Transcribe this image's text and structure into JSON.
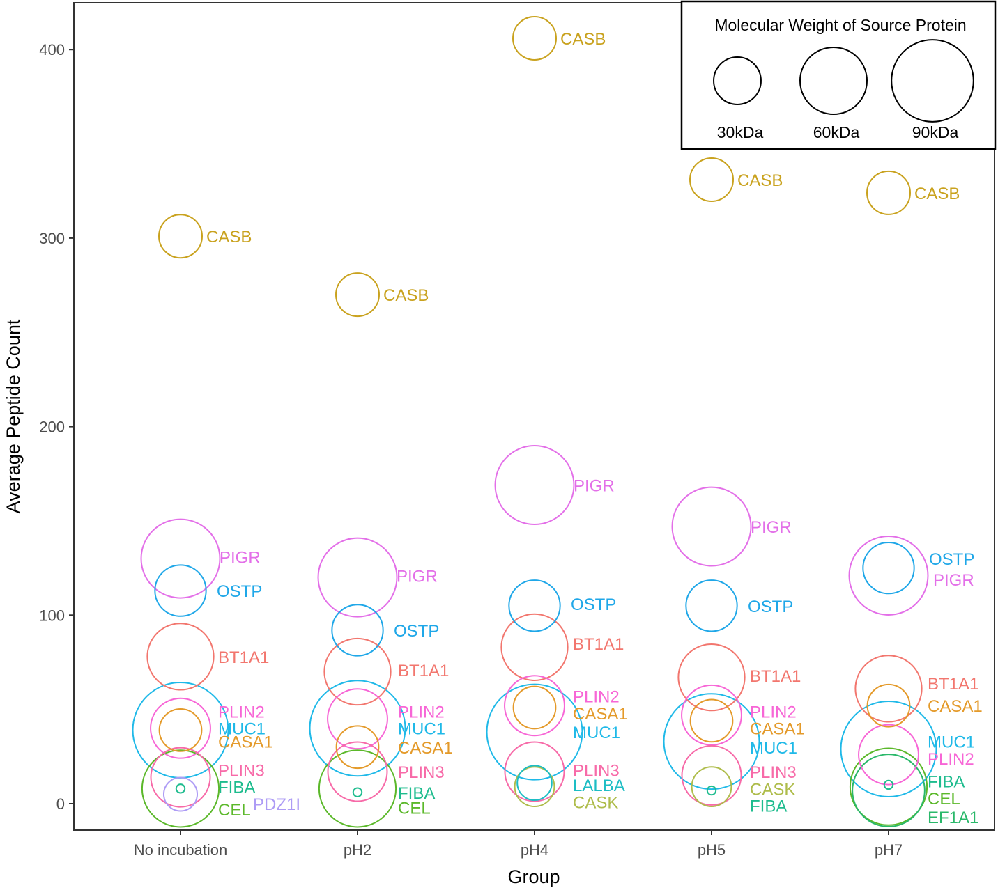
{
  "chart_data": {
    "type": "scatter",
    "subtype": "bubble",
    "title": "",
    "xlabel": "Group",
    "ylabel": "Average Peptide Count",
    "categories": [
      "No incubation",
      "pH2",
      "pH4",
      "pH5",
      "pH7"
    ],
    "ylim": [
      -14,
      425
    ],
    "yticks": [
      0,
      100,
      200,
      300,
      400
    ],
    "grid": false,
    "size_legend": {
      "title": "Molecular Weight of Source Protein",
      "position": "top-right",
      "entries": [
        {
          "label": "30kDa",
          "value": 30
        },
        {
          "label": "60kDa",
          "value": 60
        },
        {
          "label": "90kDa",
          "value": 90
        }
      ]
    },
    "colors": {
      "CASB": "#c9a21e",
      "PIGR": "#e36fe8",
      "OSTP": "#1fa7e8",
      "BT1A1": "#f2766e",
      "PLIN2": "#f766d6",
      "MUC1": "#1fb9e8",
      "CASA1": "#e49a2a",
      "PLIN3": "#f76aa8",
      "FIBA": "#1ebc8e",
      "CEL": "#5bb82a",
      "PDZ1I": "#ad9bf5",
      "LALBA": "#1dbdc4",
      "CASK": "#aebc4a",
      "EF1A1": "#2ab86a"
    },
    "series": [
      {
        "group": "No incubation",
        "points": [
          {
            "protein": "CASB",
            "y": 301,
            "mw": 25
          },
          {
            "protein": "PIGR",
            "y": 130,
            "mw": 83
          },
          {
            "protein": "OSTP",
            "y": 113,
            "mw": 35
          },
          {
            "protein": "BT1A1",
            "y": 78,
            "mw": 59
          },
          {
            "protein": "PLIN2",
            "y": 40,
            "mw": 48
          },
          {
            "protein": "MUC1",
            "y": 39,
            "mw": 122
          },
          {
            "protein": "CASA1",
            "y": 39,
            "mw": 24
          },
          {
            "protein": "PLIN3",
            "y": 14,
            "mw": 47
          },
          {
            "protein": "FIBA",
            "y": 8,
            "mw": 1
          },
          {
            "protein": "CEL",
            "y": 8,
            "mw": 79
          },
          {
            "protein": "PDZ1I",
            "y": 5,
            "mw": 15
          }
        ]
      },
      {
        "group": "pH2",
        "points": [
          {
            "protein": "CASB",
            "y": 270,
            "mw": 25
          },
          {
            "protein": "PIGR",
            "y": 120,
            "mw": 83
          },
          {
            "protein": "OSTP",
            "y": 92,
            "mw": 35
          },
          {
            "protein": "BT1A1",
            "y": 70,
            "mw": 59
          },
          {
            "protein": "PLIN2",
            "y": 45,
            "mw": 48
          },
          {
            "protein": "MUC1",
            "y": 40,
            "mw": 122
          },
          {
            "protein": "CASA1",
            "y": 30,
            "mw": 24
          },
          {
            "protein": "PLIN3",
            "y": 17,
            "mw": 47
          },
          {
            "protein": "FIBA",
            "y": 6,
            "mw": 1
          },
          {
            "protein": "CEL",
            "y": 8,
            "mw": 79
          }
        ]
      },
      {
        "group": "pH4",
        "points": [
          {
            "protein": "CASB",
            "y": 406,
            "mw": 25
          },
          {
            "protein": "PIGR",
            "y": 169,
            "mw": 83
          },
          {
            "protein": "OSTP",
            "y": 105,
            "mw": 35
          },
          {
            "protein": "BT1A1",
            "y": 83,
            "mw": 59
          },
          {
            "protein": "PLIN2",
            "y": 52,
            "mw": 48
          },
          {
            "protein": "CASA1",
            "y": 51,
            "mw": 24
          },
          {
            "protein": "MUC1",
            "y": 38,
            "mw": 122
          },
          {
            "protein": "PLIN3",
            "y": 17,
            "mw": 47
          },
          {
            "protein": "LALBA",
            "y": 11,
            "mw": 16
          },
          {
            "protein": "CASK",
            "y": 9,
            "mw": 21
          }
        ]
      },
      {
        "group": "pH5",
        "points": [
          {
            "protein": "CASB",
            "y": 331,
            "mw": 25
          },
          {
            "protein": "PIGR",
            "y": 147,
            "mw": 83
          },
          {
            "protein": "OSTP",
            "y": 105,
            "mw": 35
          },
          {
            "protein": "BT1A1",
            "y": 67,
            "mw": 59
          },
          {
            "protein": "PLIN2",
            "y": 47,
            "mw": 48
          },
          {
            "protein": "CASA1",
            "y": 44,
            "mw": 24
          },
          {
            "protein": "MUC1",
            "y": 33,
            "mw": 122
          },
          {
            "protein": "PLIN3",
            "y": 15,
            "mw": 47
          },
          {
            "protein": "CASK",
            "y": 9,
            "mw": 21
          },
          {
            "protein": "FIBA",
            "y": 7,
            "mw": 1
          }
        ]
      },
      {
        "group": "pH7",
        "points": [
          {
            "protein": "CASB",
            "y": 324,
            "mw": 25
          },
          {
            "protein": "OSTP",
            "y": 125,
            "mw": 35
          },
          {
            "protein": "PIGR",
            "y": 121,
            "mw": 83
          },
          {
            "protein": "BT1A1",
            "y": 61,
            "mw": 59
          },
          {
            "protein": "CASA1",
            "y": 52,
            "mw": 24
          },
          {
            "protein": "MUC1",
            "y": 29,
            "mw": 122
          },
          {
            "protein": "PLIN2",
            "y": 26,
            "mw": 48
          },
          {
            "protein": "FIBA",
            "y": 10,
            "mw": 1
          },
          {
            "protein": "CEL",
            "y": 9,
            "mw": 79
          },
          {
            "protein": "EF1A1",
            "y": 7,
            "mw": 70
          }
        ]
      }
    ],
    "labels": [
      {
        "group": "No incubation",
        "items": [
          {
            "text": "CASB",
            "y": 301
          },
          {
            "text": "PIGR",
            "y": 131
          },
          {
            "text": "OSTP",
            "y": 113
          },
          {
            "text": "BT1A1",
            "y": 78
          },
          {
            "text": "PLIN2",
            "y": 49
          },
          {
            "text": "MUC1",
            "y": 40
          },
          {
            "text": "CASA1",
            "y": 33
          },
          {
            "text": "PLIN3",
            "y": 18
          },
          {
            "text": "FIBA",
            "y": 9
          },
          {
            "text": "CEL",
            "y": -3
          },
          {
            "text": "PDZ1I",
            "y": 0
          }
        ]
      },
      {
        "group": "pH2",
        "items": [
          {
            "text": "CASB",
            "y": 270
          },
          {
            "text": "PIGR",
            "y": 121
          },
          {
            "text": "OSTP",
            "y": 92
          },
          {
            "text": "BT1A1",
            "y": 71
          },
          {
            "text": "PLIN2",
            "y": 49
          },
          {
            "text": "MUC1",
            "y": 40
          },
          {
            "text": "CASA1",
            "y": 30
          },
          {
            "text": "PLIN3",
            "y": 17
          },
          {
            "text": "FIBA",
            "y": 6
          },
          {
            "text": "CEL",
            "y": -2
          }
        ]
      },
      {
        "group": "pH4",
        "items": [
          {
            "text": "CASB",
            "y": 406
          },
          {
            "text": "PIGR",
            "y": 169
          },
          {
            "text": "OSTP",
            "y": 106
          },
          {
            "text": "BT1A1",
            "y": 85
          },
          {
            "text": "PLIN2",
            "y": 57
          },
          {
            "text": "CASA1",
            "y": 48
          },
          {
            "text": "MUC1",
            "y": 38
          },
          {
            "text": "PLIN3",
            "y": 18
          },
          {
            "text": "LALBA",
            "y": 10
          },
          {
            "text": "CASK",
            "y": 1
          }
        ]
      },
      {
        "group": "pH5",
        "items": [
          {
            "text": "CASB",
            "y": 331
          },
          {
            "text": "PIGR",
            "y": 147
          },
          {
            "text": "OSTP",
            "y": 105
          },
          {
            "text": "BT1A1",
            "y": 68
          },
          {
            "text": "PLIN2",
            "y": 49
          },
          {
            "text": "CASA1",
            "y": 40
          },
          {
            "text": "MUC1",
            "y": 30
          },
          {
            "text": "PLIN3",
            "y": 17
          },
          {
            "text": "CASK",
            "y": 8
          },
          {
            "text": "FIBA",
            "y": -1
          }
        ]
      },
      {
        "group": "pH7",
        "items": [
          {
            "text": "CASB",
            "y": 324
          },
          {
            "text": "OSTP",
            "y": 130
          },
          {
            "text": "PIGR",
            "y": 119
          },
          {
            "text": "BT1A1",
            "y": 64
          },
          {
            "text": "CASA1",
            "y": 52
          },
          {
            "text": "MUC1",
            "y": 33
          },
          {
            "text": "PLIN2",
            "y": 24
          },
          {
            "text": "FIBA",
            "y": 12
          },
          {
            "text": "CEL",
            "y": 3
          },
          {
            "text": "EF1A1",
            "y": -7
          }
        ]
      }
    ]
  }
}
